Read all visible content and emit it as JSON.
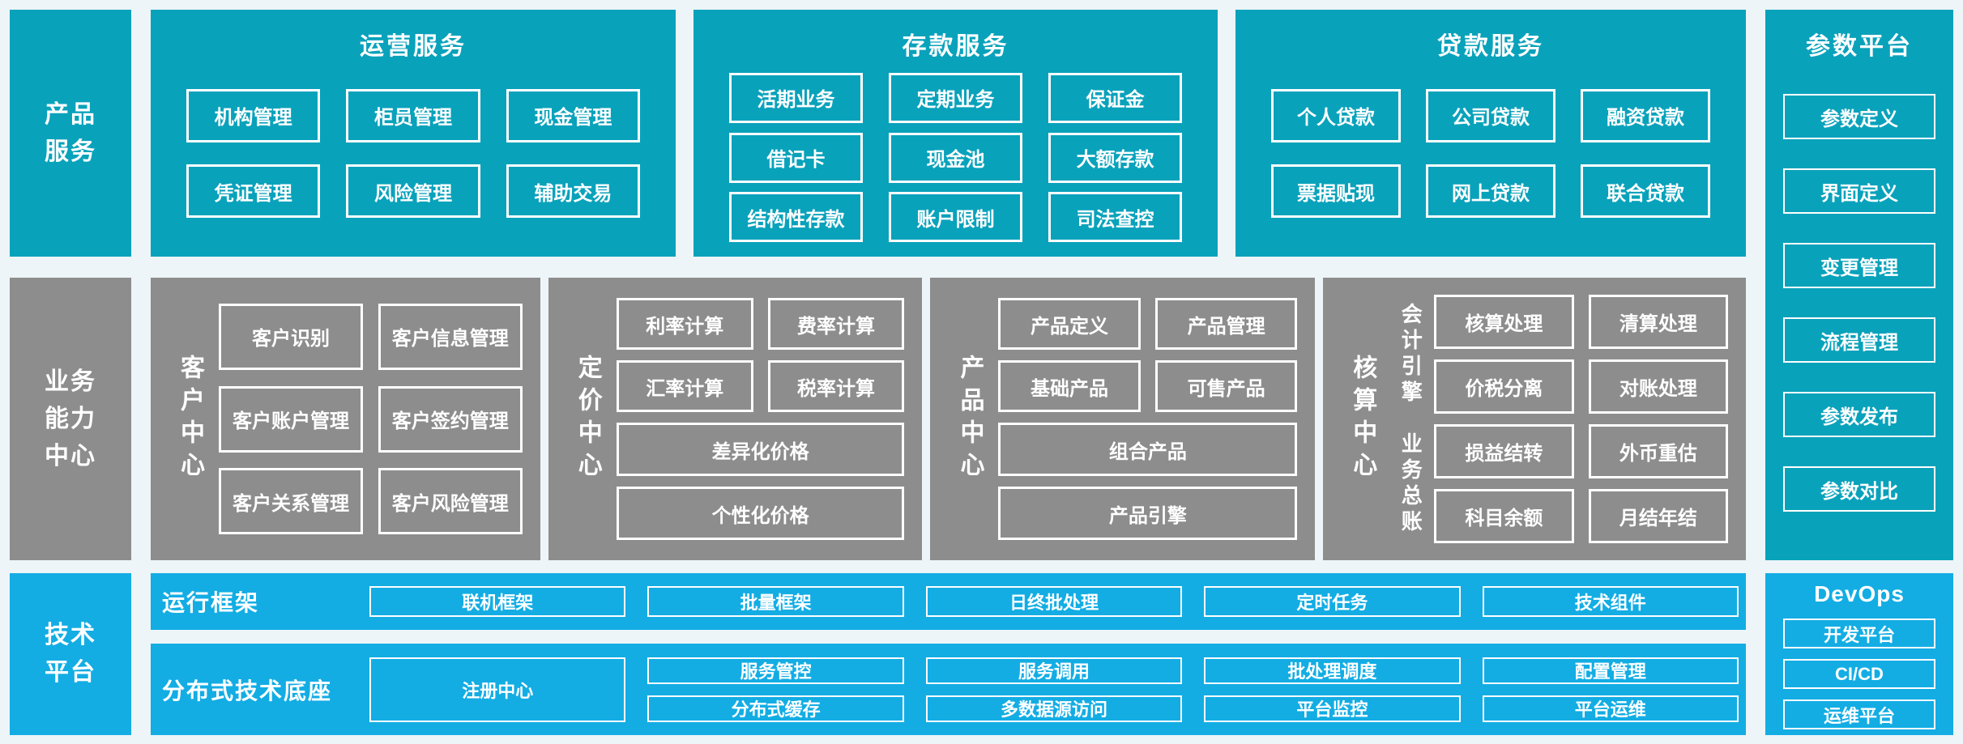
{
  "colors": {
    "teal": "#09a2bb",
    "gray": "#8d8d8d",
    "blue": "#13ade4",
    "background": "#edf5f8",
    "box_border": "#ffffff",
    "text": "#ffffff"
  },
  "rails": {
    "product_services": "产品服务",
    "business_capability": "业务能力中心",
    "tech_platform": "技术平台"
  },
  "top_sections": [
    {
      "title": "运营服务",
      "rows": [
        [
          "机构管理",
          "柜员管理",
          "现金管理"
        ],
        [
          "凭证管理",
          "风险管理",
          "辅助交易"
        ]
      ]
    },
    {
      "title": "存款服务",
      "rows": [
        [
          "活期业务",
          "定期业务",
          "保证金"
        ],
        [
          "借记卡",
          "现金池",
          "大额存款"
        ],
        [
          "结构性存款",
          "账户限制",
          "司法查控"
        ]
      ]
    },
    {
      "title": "贷款服务",
      "rows": [
        [
          "个人贷款",
          "公司贷款",
          "融资贷款"
        ],
        [
          "票据贴现",
          "网上贷款",
          "联合贷款"
        ]
      ]
    }
  ],
  "middle_sections": {
    "customer": {
      "label": "客户中心",
      "rows": [
        [
          "客户识别",
          "客户信息管理"
        ],
        [
          "客户账户管理",
          "客户签约管理"
        ],
        [
          "客户关系管理",
          "客户风险管理"
        ]
      ]
    },
    "pricing": {
      "label": "定价中心",
      "rows": [
        [
          "利率计算",
          "费率计算"
        ],
        [
          "汇率计算",
          "税率计算"
        ]
      ],
      "wide": [
        "差异化价格",
        "个性化价格"
      ]
    },
    "product": {
      "label": "产品中心",
      "rows": [
        [
          "产品定义",
          "产品管理"
        ],
        [
          "基础产品",
          "可售产品"
        ]
      ],
      "wide": [
        "组合产品",
        "产品引擎"
      ]
    },
    "accounting": {
      "label": "核算中心",
      "groups": [
        {
          "label": "会计引擎",
          "rows": [
            [
              "核算处理",
              "清算处理"
            ],
            [
              "价税分离",
              "对账处理"
            ]
          ]
        },
        {
          "label": "业务总账",
          "rows": [
            [
              "损益结转",
              "外币重估"
            ],
            [
              "科目余额",
              "月结年结"
            ]
          ]
        }
      ]
    }
  },
  "tech_platform": {
    "runtime": {
      "label": "运行框架",
      "boxes": [
        "联机框架",
        "批量框架",
        "日终批处理",
        "定时任务",
        "技术组件"
      ]
    },
    "distributed": {
      "label": "分布式技术底座",
      "registry": "注册中心",
      "rows": [
        [
          "服务管控",
          "服务调用",
          "批处理调度",
          "配置管理"
        ],
        [
          "分布式缓存",
          "多数据源访问",
          "平台监控",
          "平台运维"
        ]
      ]
    }
  },
  "param_platform": {
    "title": "参数平台",
    "items": [
      "参数定义",
      "界面定义",
      "变更管理",
      "流程管理",
      "参数发布",
      "参数对比"
    ]
  },
  "devops": {
    "title": "DevOps",
    "items": [
      "开发平台",
      "CI/CD",
      "运维平台"
    ]
  }
}
